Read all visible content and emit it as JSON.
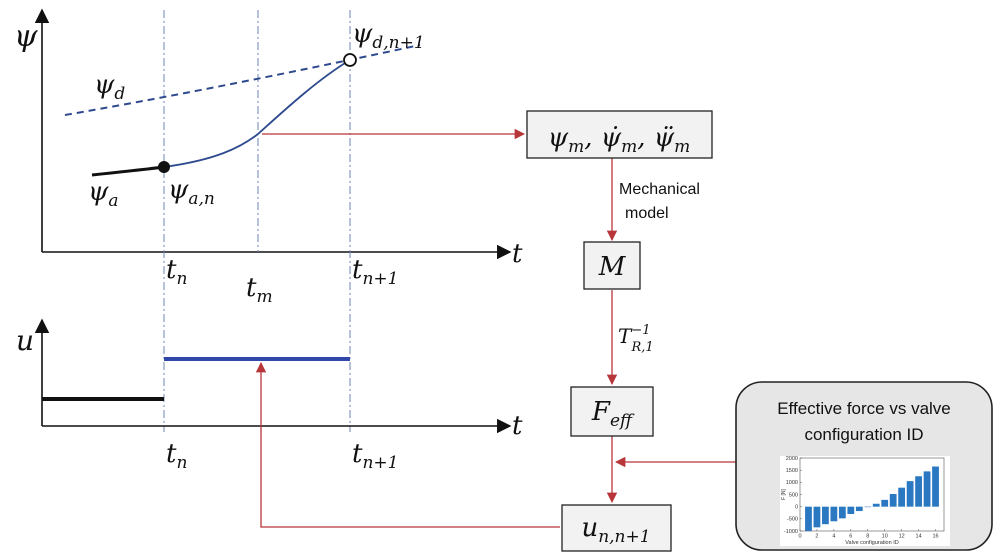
{
  "plot_top": {
    "y_axis_symbol": "ψ",
    "t_axis_label": "t",
    "curve_d_label": "ψ",
    "curve_d_sub": "d",
    "curve_a_label": "ψ",
    "curve_a_sub": "a",
    "point_an_label": "ψ",
    "point_an_sub": "a,n",
    "point_dn1_label": "ψ",
    "point_dn1_sub": "d,n+1",
    "tick_tn": "t",
    "tick_tn_sub": "n",
    "tick_tm": "t",
    "tick_tm_sub": "m",
    "tick_tn1": "t",
    "tick_tn1_sub": "n+1",
    "colors": {
      "desired": "#2e4a8e",
      "actual_new": "#2e4a8e",
      "actual_old": "#111111"
    }
  },
  "plot_bottom": {
    "y_axis_symbol": "u",
    "t_axis_label": "t",
    "tick_tn": "t",
    "tick_tn_sub": "n",
    "tick_tn1": "t",
    "tick_tn1_sub": "n+1",
    "colors": {
      "old": "#111111",
      "new": "#3048a8"
    }
  },
  "flow": {
    "box_state": {
      "psi1": "ψ",
      "sub1": "m",
      "psi2": "ψ̇",
      "sub2": "m",
      "psi3": "ψ̈",
      "sub3": "m",
      "sep": ", "
    },
    "edge_label_1_line1": "Mechanical",
    "edge_label_1_line2": "model",
    "box_M": "M",
    "edge_label_2_main": "T",
    "edge_label_2_sup": "−1",
    "edge_label_2_sub": "R,1",
    "box_Feff_main": "F",
    "box_Feff_sub": "eff",
    "box_u_main": "u",
    "box_u_sub": "n,n+1",
    "arrow_color": "#b8353a"
  },
  "inset": {
    "title_line1": "Effective force vs valve",
    "title_line2": "configuration ID"
  },
  "chart_data": {
    "type": "bar",
    "title": "",
    "xlabel": "Valve configuration ID",
    "ylabel": "F [N]",
    "x": [
      1,
      2,
      3,
      4,
      5,
      6,
      7,
      8,
      9,
      10,
      11,
      12,
      13,
      14,
      15,
      16
    ],
    "values": [
      -1050,
      -850,
      -720,
      -600,
      -480,
      -300,
      -180,
      0,
      120,
      280,
      520,
      780,
      1050,
      1250,
      1450,
      1650
    ],
    "ylim": [
      -1000,
      2000
    ],
    "xlim": [
      0,
      17
    ],
    "xticks": [
      0,
      2,
      4,
      6,
      8,
      10,
      12,
      14,
      16
    ],
    "yticks": [
      -1000,
      -500,
      0,
      500,
      1000,
      1500,
      2000
    ],
    "ytick_labels": [
      "-1000",
      "-500",
      "0",
      "500",
      "1000",
      "1500",
      "2000"
    ],
    "grid": false,
    "bar_color": "#2b78c2"
  }
}
